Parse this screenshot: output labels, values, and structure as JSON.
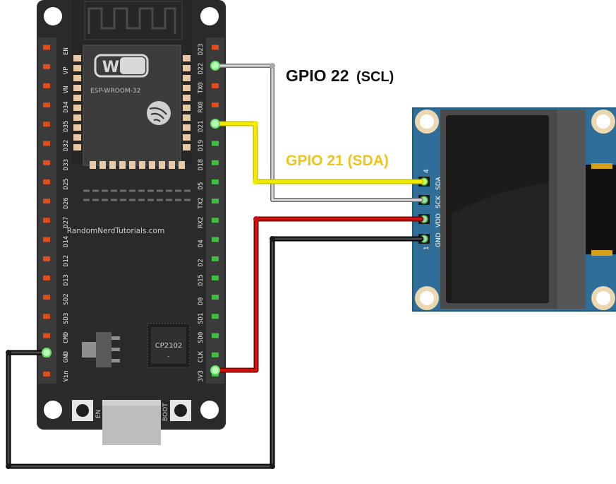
{
  "board": {
    "module_label": "ESP-WROOM-32",
    "wifi_logo": "WiFi",
    "watermark": "RandomNerdTutorials.com",
    "usb_chip": "CP2102",
    "usb_chip_sub": "-",
    "button_en": "EN",
    "button_boot": "BOOT",
    "left_pins": [
      "EN",
      "VP",
      "VN",
      "D34",
      "D35",
      "D32",
      "D33",
      "D25",
      "D26",
      "D27",
      "D14",
      "D12",
      "D13",
      "SD2",
      "SD3",
      "CMD",
      "GND",
      "Vin"
    ],
    "right_pins": [
      "D23",
      "D22",
      "TX0",
      "RX0",
      "D21",
      "D19",
      "D18",
      "D5",
      "TX2",
      "RX2",
      "D4",
      "D2",
      "D15",
      "D0",
      "SD1",
      "SD0",
      "CLK",
      "3V3"
    ]
  },
  "oled": {
    "pins": [
      "SDA",
      "SCK",
      "VDD",
      "GND"
    ],
    "pin_num_top": "4",
    "pin_num_bottom": "1"
  },
  "labels": {
    "scl_gpio": "GPIO 22",
    "scl_name": "(SCL)",
    "sda": "GPIO 21 (SDA)"
  },
  "colors": {
    "scl_wire": "#a8a8a8",
    "sda_wire": "#f2ea00",
    "sda_label": "#f0c419",
    "vdd_wire": "#cc1111",
    "gnd_wire": "#1a1a1a",
    "board": "#2a2a2a",
    "oled_pcb": "#2f6e98"
  }
}
